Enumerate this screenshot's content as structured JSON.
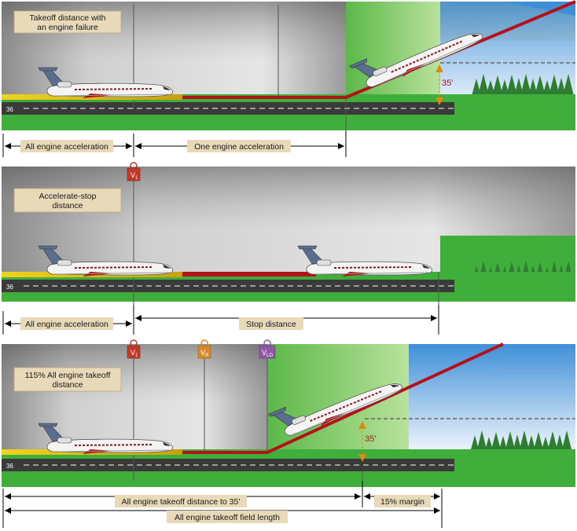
{
  "panels": [
    {
      "id": "takeoff-engine-failure",
      "title_lines": [
        "Takeoff distance with",
        "an engine failure"
      ],
      "dimensions": [
        {
          "label": "All engine acceleration"
        },
        {
          "label": "One engine acceleration"
        }
      ],
      "height_label": "35'",
      "speed_markers": []
    },
    {
      "id": "accelerate-stop",
      "title_lines": [
        "Accelerate-stop",
        "distance"
      ],
      "dimensions": [
        {
          "label": "All engine acceleration"
        },
        {
          "label": "Stop distance"
        }
      ],
      "speed_markers": [
        {
          "name": "V",
          "sub": "1",
          "color": "#c0392b"
        }
      ]
    },
    {
      "id": "all-engine-takeoff",
      "title_lines": [
        "115% All engine takeoff",
        "distance"
      ],
      "dimensions": [
        {
          "label": "All engine takeoff distance to 35'"
        },
        {
          "label": "15% margin"
        },
        {
          "label": "All engine takeoff field length"
        }
      ],
      "height_label": "35'",
      "speed_markers": [
        {
          "name": "V",
          "sub": "1",
          "color": "#c0392b"
        },
        {
          "name": "V",
          "sub": "R",
          "color": "#d68a2a"
        },
        {
          "name": "V",
          "sub": "LO",
          "color": "#8e5aa8"
        }
      ]
    }
  ],
  "colors": {
    "red_path": "#b3121b",
    "yellow_path": "#e6c21a",
    "grass": "#3fae3a",
    "runway": "#3a3a3a",
    "label_box": "#e8d9b8"
  }
}
